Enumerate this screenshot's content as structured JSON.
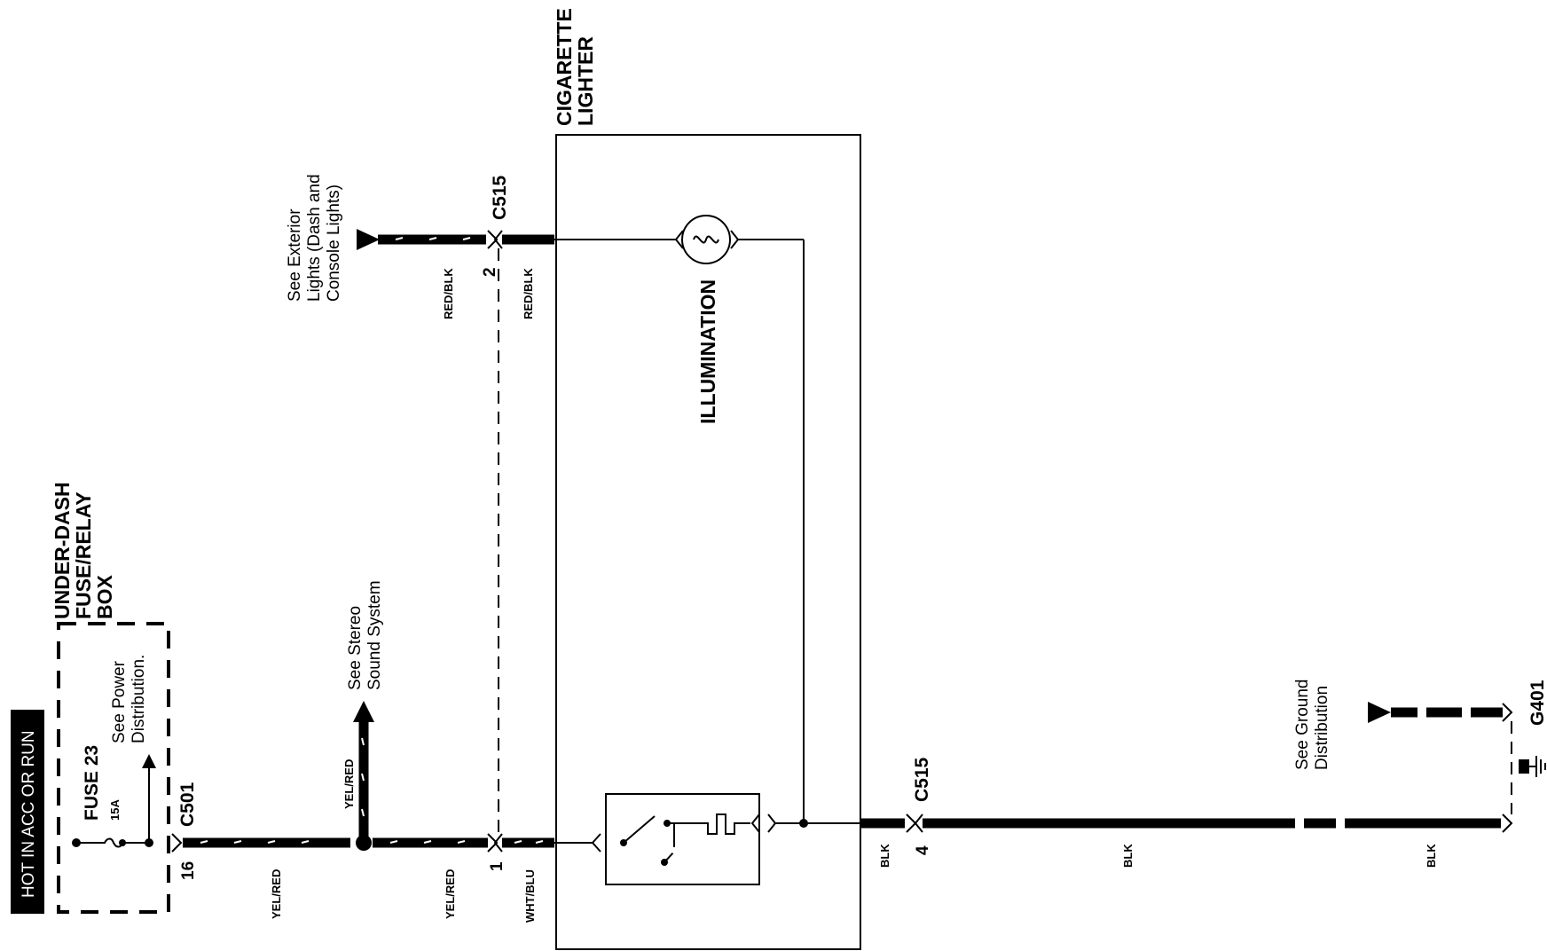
{
  "status_banner": "HOT IN ACC OR RUN",
  "fuse_box": {
    "title": [
      "UNDER-DASH",
      "FUSE/RELAY",
      "BOX"
    ],
    "fuse_name": "FUSE 23",
    "fuse_rating": "15A",
    "see_note": [
      "See Power",
      "Distribution."
    ]
  },
  "cigarette_lighter": {
    "title": [
      "CIGARETTE",
      "LIGHTER"
    ],
    "illumination_label": "ILLUMINATION"
  },
  "connectors": {
    "c501": {
      "name": "C501",
      "pin": "16"
    },
    "c515_top": {
      "name": "C515",
      "pin": "2"
    },
    "c515_bottom_left": {
      "pin": "1"
    },
    "c515_right": {
      "name": "C515",
      "pin": "4"
    },
    "ground": {
      "name": "G401"
    }
  },
  "wires": {
    "yel_red_1": "YEL/RED",
    "yel_red_2": "YEL/RED",
    "yel_red_3": "YEL/RED",
    "red_blk_1": "RED/BLK",
    "red_blk_2": "RED/BLK",
    "wht_blu": "WHT/BLU",
    "blk_1": "BLK",
    "blk_2": "BLK",
    "blk_3": "BLK"
  },
  "notes": {
    "exterior_lights": [
      "See Exterior",
      "Lights (Dash and",
      "Console Lights)"
    ],
    "stereo": [
      "See Stereo",
      "Sound System"
    ],
    "ground": [
      "See Ground",
      "Distribution"
    ]
  }
}
